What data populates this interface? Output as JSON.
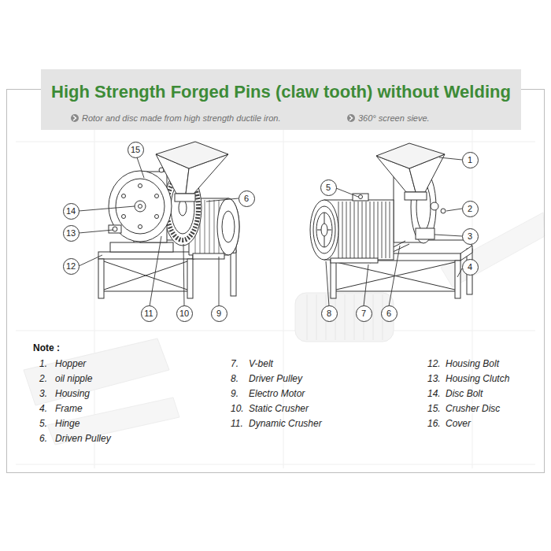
{
  "diagram": {
    "title": "High Strength Forged Pins (claw tooth) without Welding",
    "nodes": [
      {
        "text": [
          "15"
        ]
      },
      {
        "text": [
          "1"
        ]
      },
      {
        "text": [
          "5"
        ]
      },
      {
        "text": [
          "6"
        ]
      },
      {
        "text": [
          "14"
        ]
      },
      {
        "text": [
          "2"
        ]
      },
      {
        "text": [
          "13"
        ]
      },
      {
        "text": [
          "3"
        ]
      },
      {
        "text": [
          "12"
        ]
      },
      {
        "text": [
          "4"
        ]
      },
      {
        "text": [
          "11"
        ]
      },
      {
        "text": [
          "10"
        ]
      },
      {
        "text": [
          "9"
        ]
      },
      {
        "text": [
          "8"
        ]
      },
      {
        "text": [
          "7"
        ]
      },
      {
        "text": [
          "6"
        ]
      }
    ],
    "labels": [
      "Rotor and disc made from high strength ductile iron.",
      "360° screen sieve.",
      "Note :",
      "1.",
      "Hopper",
      "2.",
      "oil nipple",
      "3.",
      "Housing",
      "4.",
      "Frame",
      "5.",
      "Hinge",
      "6.",
      "Driven Pulley",
      "7.",
      "V-belt",
      "8.",
      "Driver Pulley",
      "9.",
      "Electro Motor",
      "10.",
      "Static Crusher",
      "11.",
      "Dynamic Crusher",
      "12.",
      "Housing Bolt",
      "13.",
      "Housing Clutch",
      "14.",
      "Disc Bolt",
      "15.",
      "Crusher Disc",
      "16.",
      "Cover"
    ]
  }
}
